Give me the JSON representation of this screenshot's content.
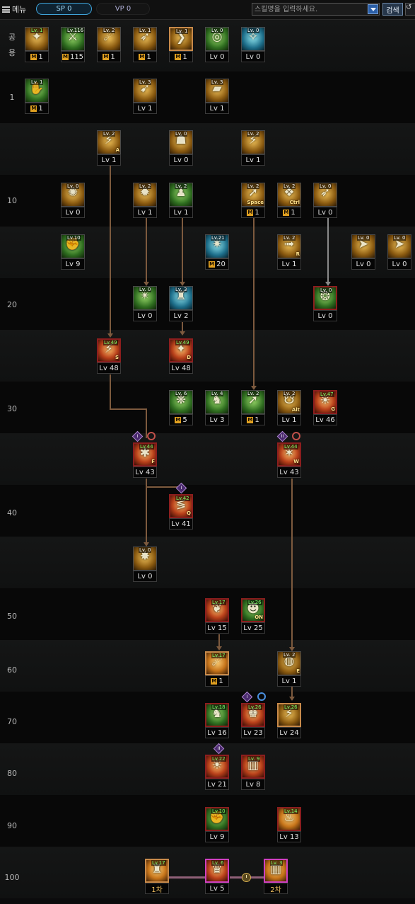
{
  "topbar": {
    "menu_label": "메뉴",
    "sp_label": "SP 0",
    "vp_label": "VP 0",
    "search_placeholder": "스킬명을 입력하세요.",
    "search_button": "검색"
  },
  "rows": [
    {
      "label": "공용"
    },
    {
      "label": "1"
    },
    {
      "label": ""
    },
    {
      "label": "10"
    },
    {
      "label": ""
    },
    {
      "label": "20"
    },
    {
      "label": ""
    },
    {
      "label": "30"
    },
    {
      "label": ""
    },
    {
      "label": "40"
    },
    {
      "label": ""
    },
    {
      "label": "50"
    },
    {
      "label": "60"
    },
    {
      "label": "70"
    },
    {
      "label": "80"
    },
    {
      "label": "90"
    },
    {
      "label": "100"
    }
  ],
  "skills": [
    {
      "tag": "Lv. 1",
      "caption": "1",
      "m": true
    },
    {
      "tag": "Lv.116",
      "caption": "115",
      "m": true
    },
    {
      "tag": "Lv. 2",
      "caption": "1",
      "m": true
    },
    {
      "tag": "Lv. 1",
      "caption": "1",
      "m": true
    },
    {
      "tag": "Lv. 1",
      "caption": "1",
      "m": true
    },
    {
      "tag": "Lv. 0",
      "caption": "Lv 0",
      "m": false
    },
    {
      "tag": "Lv. 0",
      "caption": "Lv 0",
      "m": false
    },
    {
      "tag": "Lv. 1",
      "caption": "1",
      "m": true
    },
    {
      "tag": "Lv. 3",
      "caption": "Lv 1",
      "m": false
    },
    {
      "tag": "Lv. 3",
      "caption": "Lv 1",
      "m": false
    },
    {
      "tag": "Lv. 2",
      "caption": "Lv 1",
      "m": false,
      "key": "A"
    },
    {
      "tag": "Lv. 0",
      "caption": "Lv 0",
      "m": false
    },
    {
      "tag": "Lv. 2",
      "caption": "Lv 1",
      "m": false
    },
    {
      "tag": "Lv. 0",
      "caption": "Lv 0",
      "m": false
    },
    {
      "tag": "Lv. 2",
      "caption": "Lv 1",
      "m": false
    },
    {
      "tag": "Lv. 2",
      "caption": "Lv 1",
      "m": false
    },
    {
      "tag": "Lv. 2",
      "caption": "1",
      "m": true,
      "key": "Space"
    },
    {
      "tag": "Lv. 2",
      "caption": "1",
      "m": true,
      "key": "Ctrl"
    },
    {
      "tag": "Lv. 0",
      "caption": "Lv 0",
      "m": false
    },
    {
      "tag": "Lv.10",
      "caption": "Lv 9",
      "m": false
    },
    {
      "tag": "Lv.21",
      "caption": "20",
      "m": true
    },
    {
      "tag": "Lv. 2",
      "caption": "Lv 1",
      "m": false,
      "key": "R"
    },
    {
      "tag": "Lv. 0",
      "caption": "Lv 0",
      "m": false
    },
    {
      "tag": "Lv. 0",
      "caption": "Lv 0",
      "m": false
    },
    {
      "tag": "Lv. 0",
      "caption": "Lv 0",
      "m": false
    },
    {
      "tag": "Lv. 3",
      "caption": "Lv 2",
      "m": false
    },
    {
      "tag": "Lv. 0",
      "caption": "Lv 0",
      "m": false
    },
    {
      "tag": "Lv.49",
      "caption": "Lv 48",
      "m": false,
      "key": "S"
    },
    {
      "tag": "Lv.49",
      "caption": "Lv 48",
      "m": false,
      "key": "D"
    },
    {
      "tag": "Lv. 6",
      "caption": "5",
      "m": true
    },
    {
      "tag": "Lv. 4",
      "caption": "Lv 3",
      "m": false
    },
    {
      "tag": "Lv. 2",
      "caption": "1",
      "m": true
    },
    {
      "tag": "Lv. 2",
      "caption": "Lv 1",
      "m": false,
      "key": "Alt"
    },
    {
      "tag": "Lv.47",
      "caption": "Lv 46",
      "m": false,
      "key": "G"
    },
    {
      "tag": "Lv.44",
      "caption": "Lv 43",
      "m": false,
      "key": "F"
    },
    {
      "tag": "Lv.44",
      "caption": "Lv 43",
      "m": false,
      "key": "W"
    },
    {
      "tag": "Lv.42",
      "caption": "Lv 41",
      "m": false,
      "key": "Q"
    },
    {
      "tag": "Lv. 0",
      "caption": "Lv 0",
      "m": false
    },
    {
      "tag": "Lv.17",
      "caption": "Lv 15",
      "m": false
    },
    {
      "tag": "Lv.26",
      "caption": "Lv 25",
      "m": false,
      "key": "ON"
    },
    {
      "tag": "Lv.17",
      "caption": "1",
      "m": true
    },
    {
      "tag": "Lv. 2",
      "caption": "Lv 1",
      "m": false,
      "key": "E"
    },
    {
      "tag": "Lv.18",
      "caption": "Lv 16",
      "m": false
    },
    {
      "tag": "Lv.26",
      "caption": "Lv 23",
      "m": false
    },
    {
      "tag": "Lv.26",
      "caption": "Lv 24",
      "m": false
    },
    {
      "tag": "Lv.22",
      "caption": "Lv 21",
      "m": false
    },
    {
      "tag": "Lv. 9",
      "caption": "Lv 8",
      "m": false
    },
    {
      "tag": "Lv.10",
      "caption": "Lv 9",
      "m": false
    },
    {
      "tag": "Lv.14",
      "caption": "Lv 13",
      "m": false
    },
    {
      "tag": "Lv.17",
      "caption": "1차",
      "m": false
    },
    {
      "tag": "Lv. 6",
      "caption": "Lv 5",
      "m": false
    },
    {
      "tag": "Lv. 3",
      "caption": "2차",
      "m": false
    }
  ],
  "badges": [
    {
      "text": "I"
    },
    {
      "text": "II"
    },
    {
      "text": "I"
    },
    {
      "text": "I"
    },
    {
      "text": "II"
    }
  ]
}
